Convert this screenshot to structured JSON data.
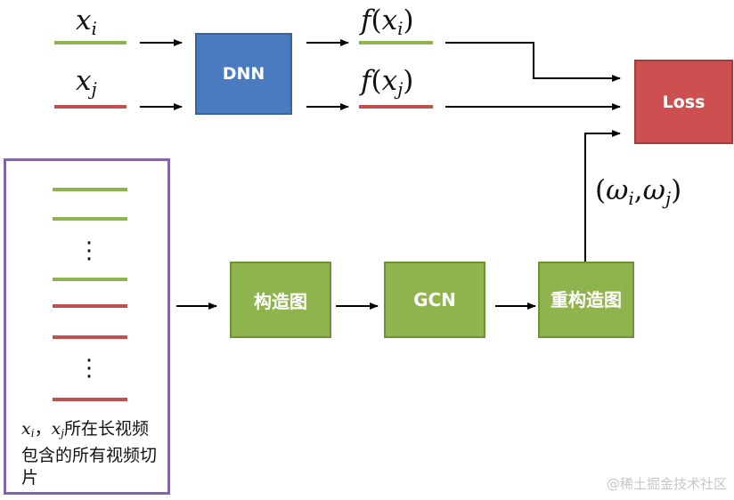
{
  "boxes": {
    "dnn": "DNN",
    "loss": "Loss",
    "build_graph": "构造图",
    "gcn": "GCN",
    "rebuild_graph": "重构造图"
  },
  "vars": {
    "xi": "x",
    "xi_sub": "i",
    "xj": "x",
    "xj_sub": "j",
    "f": "f",
    "f_open": "(",
    "f_close": ")",
    "omega_open": "(",
    "omega": "ω",
    "omega_i_sub": "i",
    "comma": ",",
    "omega_j_sub": "j",
    "omega_close": ")"
  },
  "caption": {
    "x1": "x",
    "x1_sub": "i",
    "sep": "，",
    "x2": "x",
    "x2_sub": "j",
    "text": "所在长视频包含的所有视频切片"
  },
  "watermark": "@稀土掘金技术社区",
  "colors": {
    "green_line": "#8fb44e",
    "red_line": "#c0504d",
    "blue_box": "#4a7bc1",
    "red_box": "#cd4f4f",
    "green_box": "#8fb44e",
    "legend_border": "#8265a6"
  }
}
